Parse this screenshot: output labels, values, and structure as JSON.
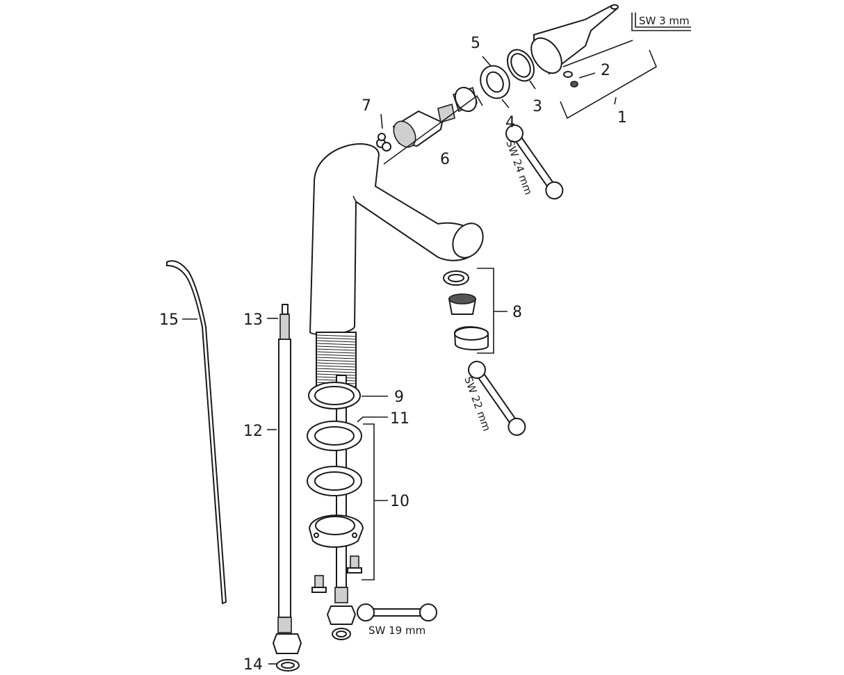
{
  "labels": {
    "p1": "1",
    "p2": "2",
    "p3": "3",
    "p4": "4",
    "p5": "5",
    "p6": "6",
    "p7": "7",
    "p8": "8",
    "p9": "9",
    "p10": "10",
    "p11": "11",
    "p12": "12",
    "p13": "13",
    "p14": "14",
    "p15": "15"
  },
  "tools": {
    "hex_key": "SW 3 mm",
    "wrench_24": "SW 24 mm",
    "wrench_22": "SW 22 mm",
    "wrench_19": "SW 19 mm"
  }
}
